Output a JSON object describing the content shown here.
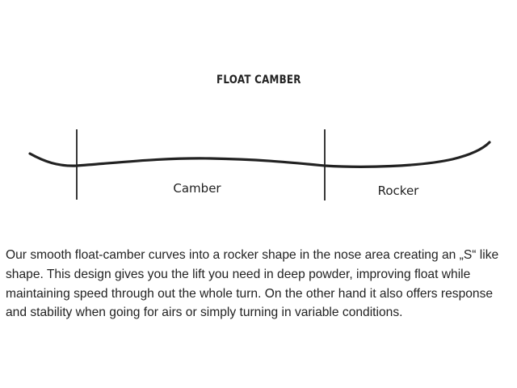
{
  "diagram": {
    "title": "FLOAT CAMBER",
    "zones": {
      "camber_label": "Camber",
      "rocker_label": "Rocker"
    }
  },
  "description": {
    "text": "Our smooth float-camber curves into a rocker shape in the nose area creating an „S“ like shape. This design gives you the lift you need in deep powder, improving float while maintaining speed through out the whole turn. On the other hand it also offers response and stability when going for airs or simply turning in variable conditions."
  },
  "colors": {
    "ink": "#222222",
    "background": "#ffffff"
  }
}
